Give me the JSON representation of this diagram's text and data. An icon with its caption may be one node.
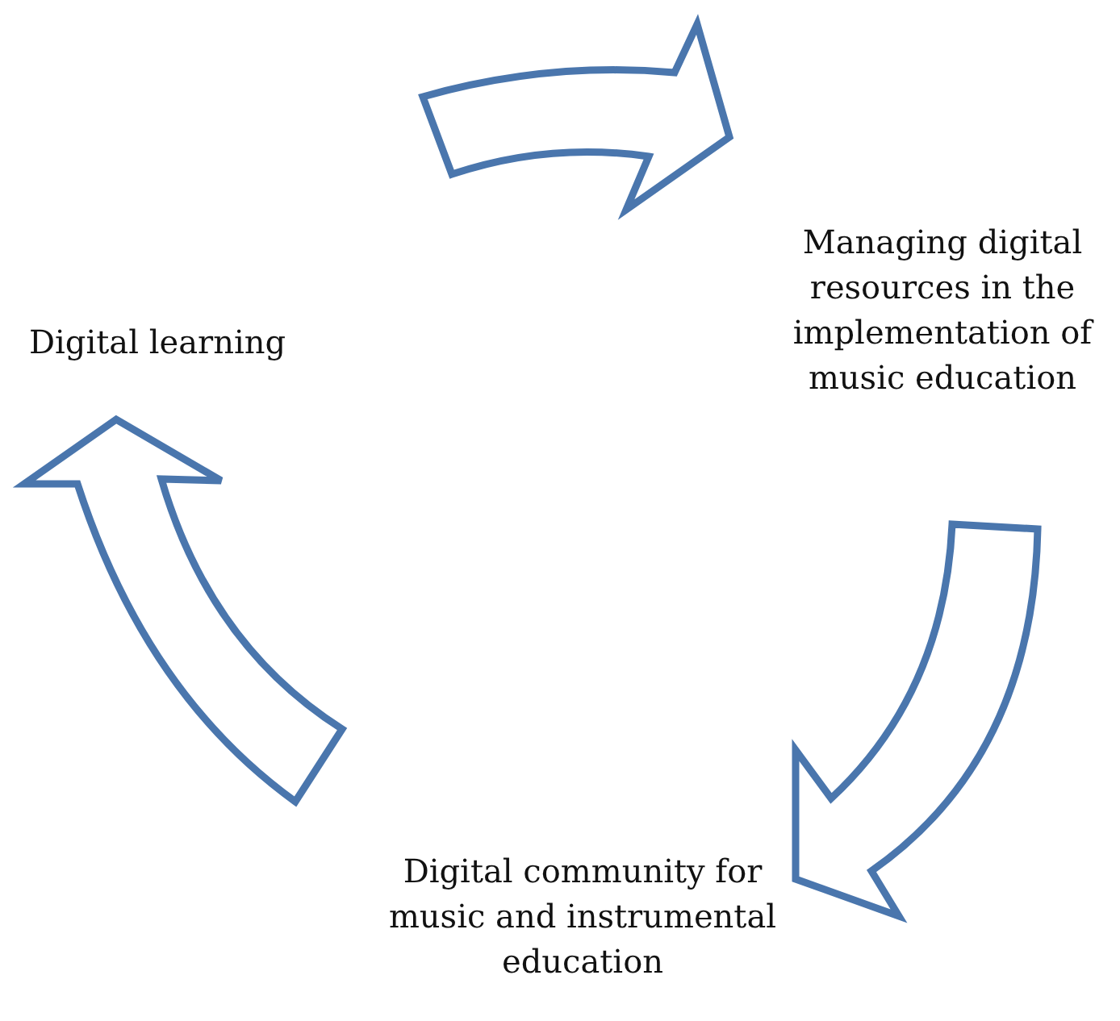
{
  "diagram": {
    "nodes": [
      {
        "text": [
          "Digital learning"
        ]
      },
      {
        "text": [
          "Managing digital resources in the implementation of music education"
        ]
      },
      {
        "text": [
          "Digital community for music and instrumental education"
        ]
      }
    ],
    "edges": [
      {
        "from": 0,
        "to": 1,
        "arrow": "to"
      },
      {
        "from": 1,
        "to": 2,
        "arrow": "to"
      },
      {
        "from": 2,
        "to": 0,
        "arrow": "to"
      }
    ]
  }
}
